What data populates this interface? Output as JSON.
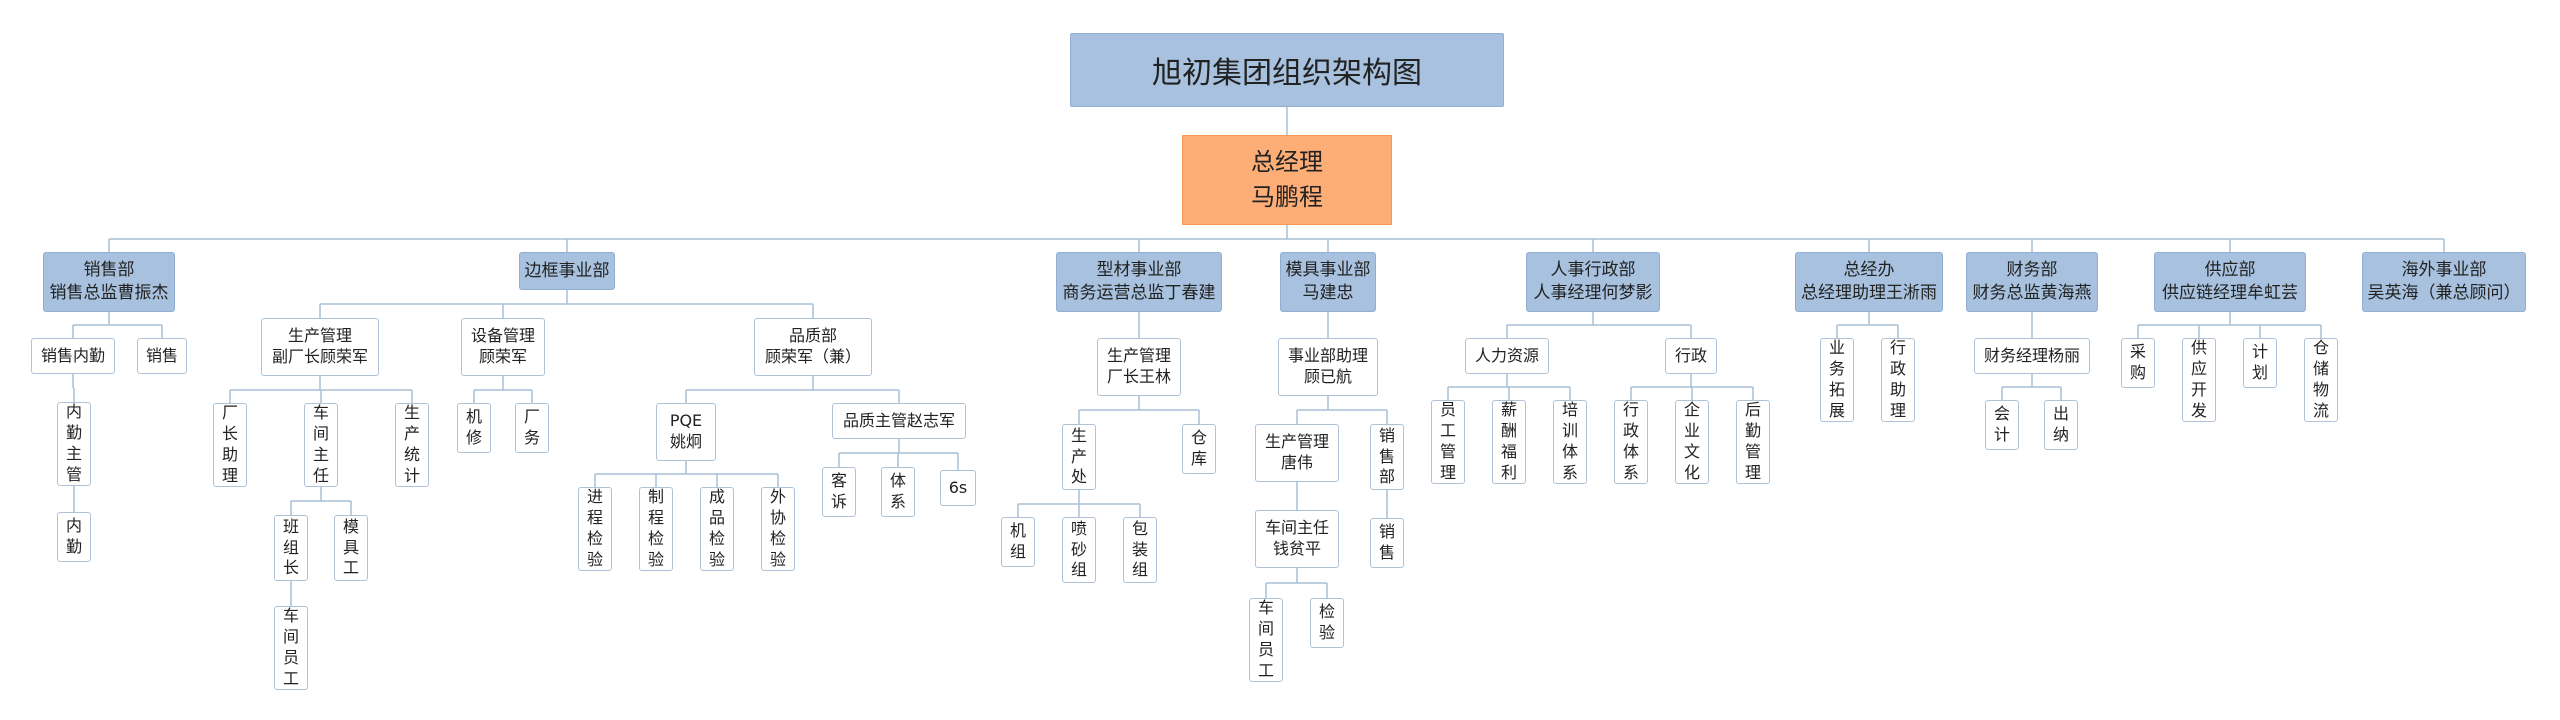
{
  "title": "旭初集团组织架构图",
  "general_manager": "总经理\n马鹏程",
  "departments": [
    {
      "id": "sales",
      "label": "销售部\n销售总监曹振杰"
    },
    {
      "id": "frame",
      "label": "边框事业部"
    },
    {
      "id": "profile",
      "label": "型材事业部\n商务运营总监丁春建"
    },
    {
      "id": "mold",
      "label": "模具事业部\n马建忠"
    },
    {
      "id": "hr",
      "label": "人事行政部\n人事经理何梦影"
    },
    {
      "id": "office",
      "label": "总经办\n总经理助理王淅雨"
    },
    {
      "id": "finance",
      "label": "财务部\n财务总监黄海燕"
    },
    {
      "id": "supply",
      "label": "供应部\n供应链经理牟虹芸"
    },
    {
      "id": "overseas",
      "label": "海外事业部\n吴英海（兼总顾问）"
    }
  ],
  "units": {
    "sales_inner": "销售内勤",
    "sales_sales": "销售",
    "sales_inner_mgr": "内勤主管",
    "sales_inner_staff": "内勤",
    "frame_prod": "生产管理\n副厂长顾荣军",
    "frame_equip": "设备管理\n顾荣军",
    "frame_quality": "品质部\n顾荣军（兼）",
    "prod_asst": "厂长助理",
    "prod_workshop": "车间主任",
    "prod_stats": "生产统计",
    "ws_leader": "班组长",
    "ws_moldwork": "模具工",
    "ws_worker": "车间员工",
    "eq_repair": "机修",
    "eq_plant": "厂务",
    "q_pqe": "PQE\n姚炯",
    "q_supervisor": "品质主管赵志军",
    "pqe_process": "进程检验",
    "pqe_made": "制程检验",
    "pqe_finished": "成品检验",
    "pqe_outsource": "外协检验",
    "qs_complaint": "客诉",
    "qs_system": "体系",
    "qs_6s": "6s",
    "profile_prod": "生产管理\n厂长王林",
    "profile_office": "生产处",
    "profile_storage": "仓库",
    "pp_unit": "机组",
    "pp_spray": "喷砂组",
    "pp_pack": "包装组",
    "mold_asst": "事业部助理\n顾已航",
    "mold_prod": "生产管理\n唐伟",
    "mold_sales_dept": "销售部",
    "mold_ws": "车间主任\n钱贫平",
    "mold_sales": "销售",
    "mws_worker": "车间员工",
    "mws_check": "检验",
    "hr_res": "人力资源",
    "hr_admin": "行政",
    "hr_staff": "员工管理",
    "hr_pay": "薪酬福利",
    "hr_train": "培训体系",
    "hr_admin_sys": "行政体系",
    "hr_culture": "企业文化",
    "hr_logistics": "后勤管理",
    "off_biz": "业务拓展",
    "off_admin_asst": "行政助理",
    "fin_mgr": "财务经理杨丽",
    "fin_acc": "会计",
    "fin_cash": "出纳",
    "sup_buy": "采购",
    "sup_dev": "供应开发",
    "sup_plan": "计划",
    "sup_store": "仓储物流"
  },
  "colors": {
    "title_fill": "#a7c1de",
    "gm_fill": "#fdae77",
    "dept_fill": "#a7c1de",
    "unit_fill": "#ffffff",
    "connector": "#a8bfd6"
  }
}
